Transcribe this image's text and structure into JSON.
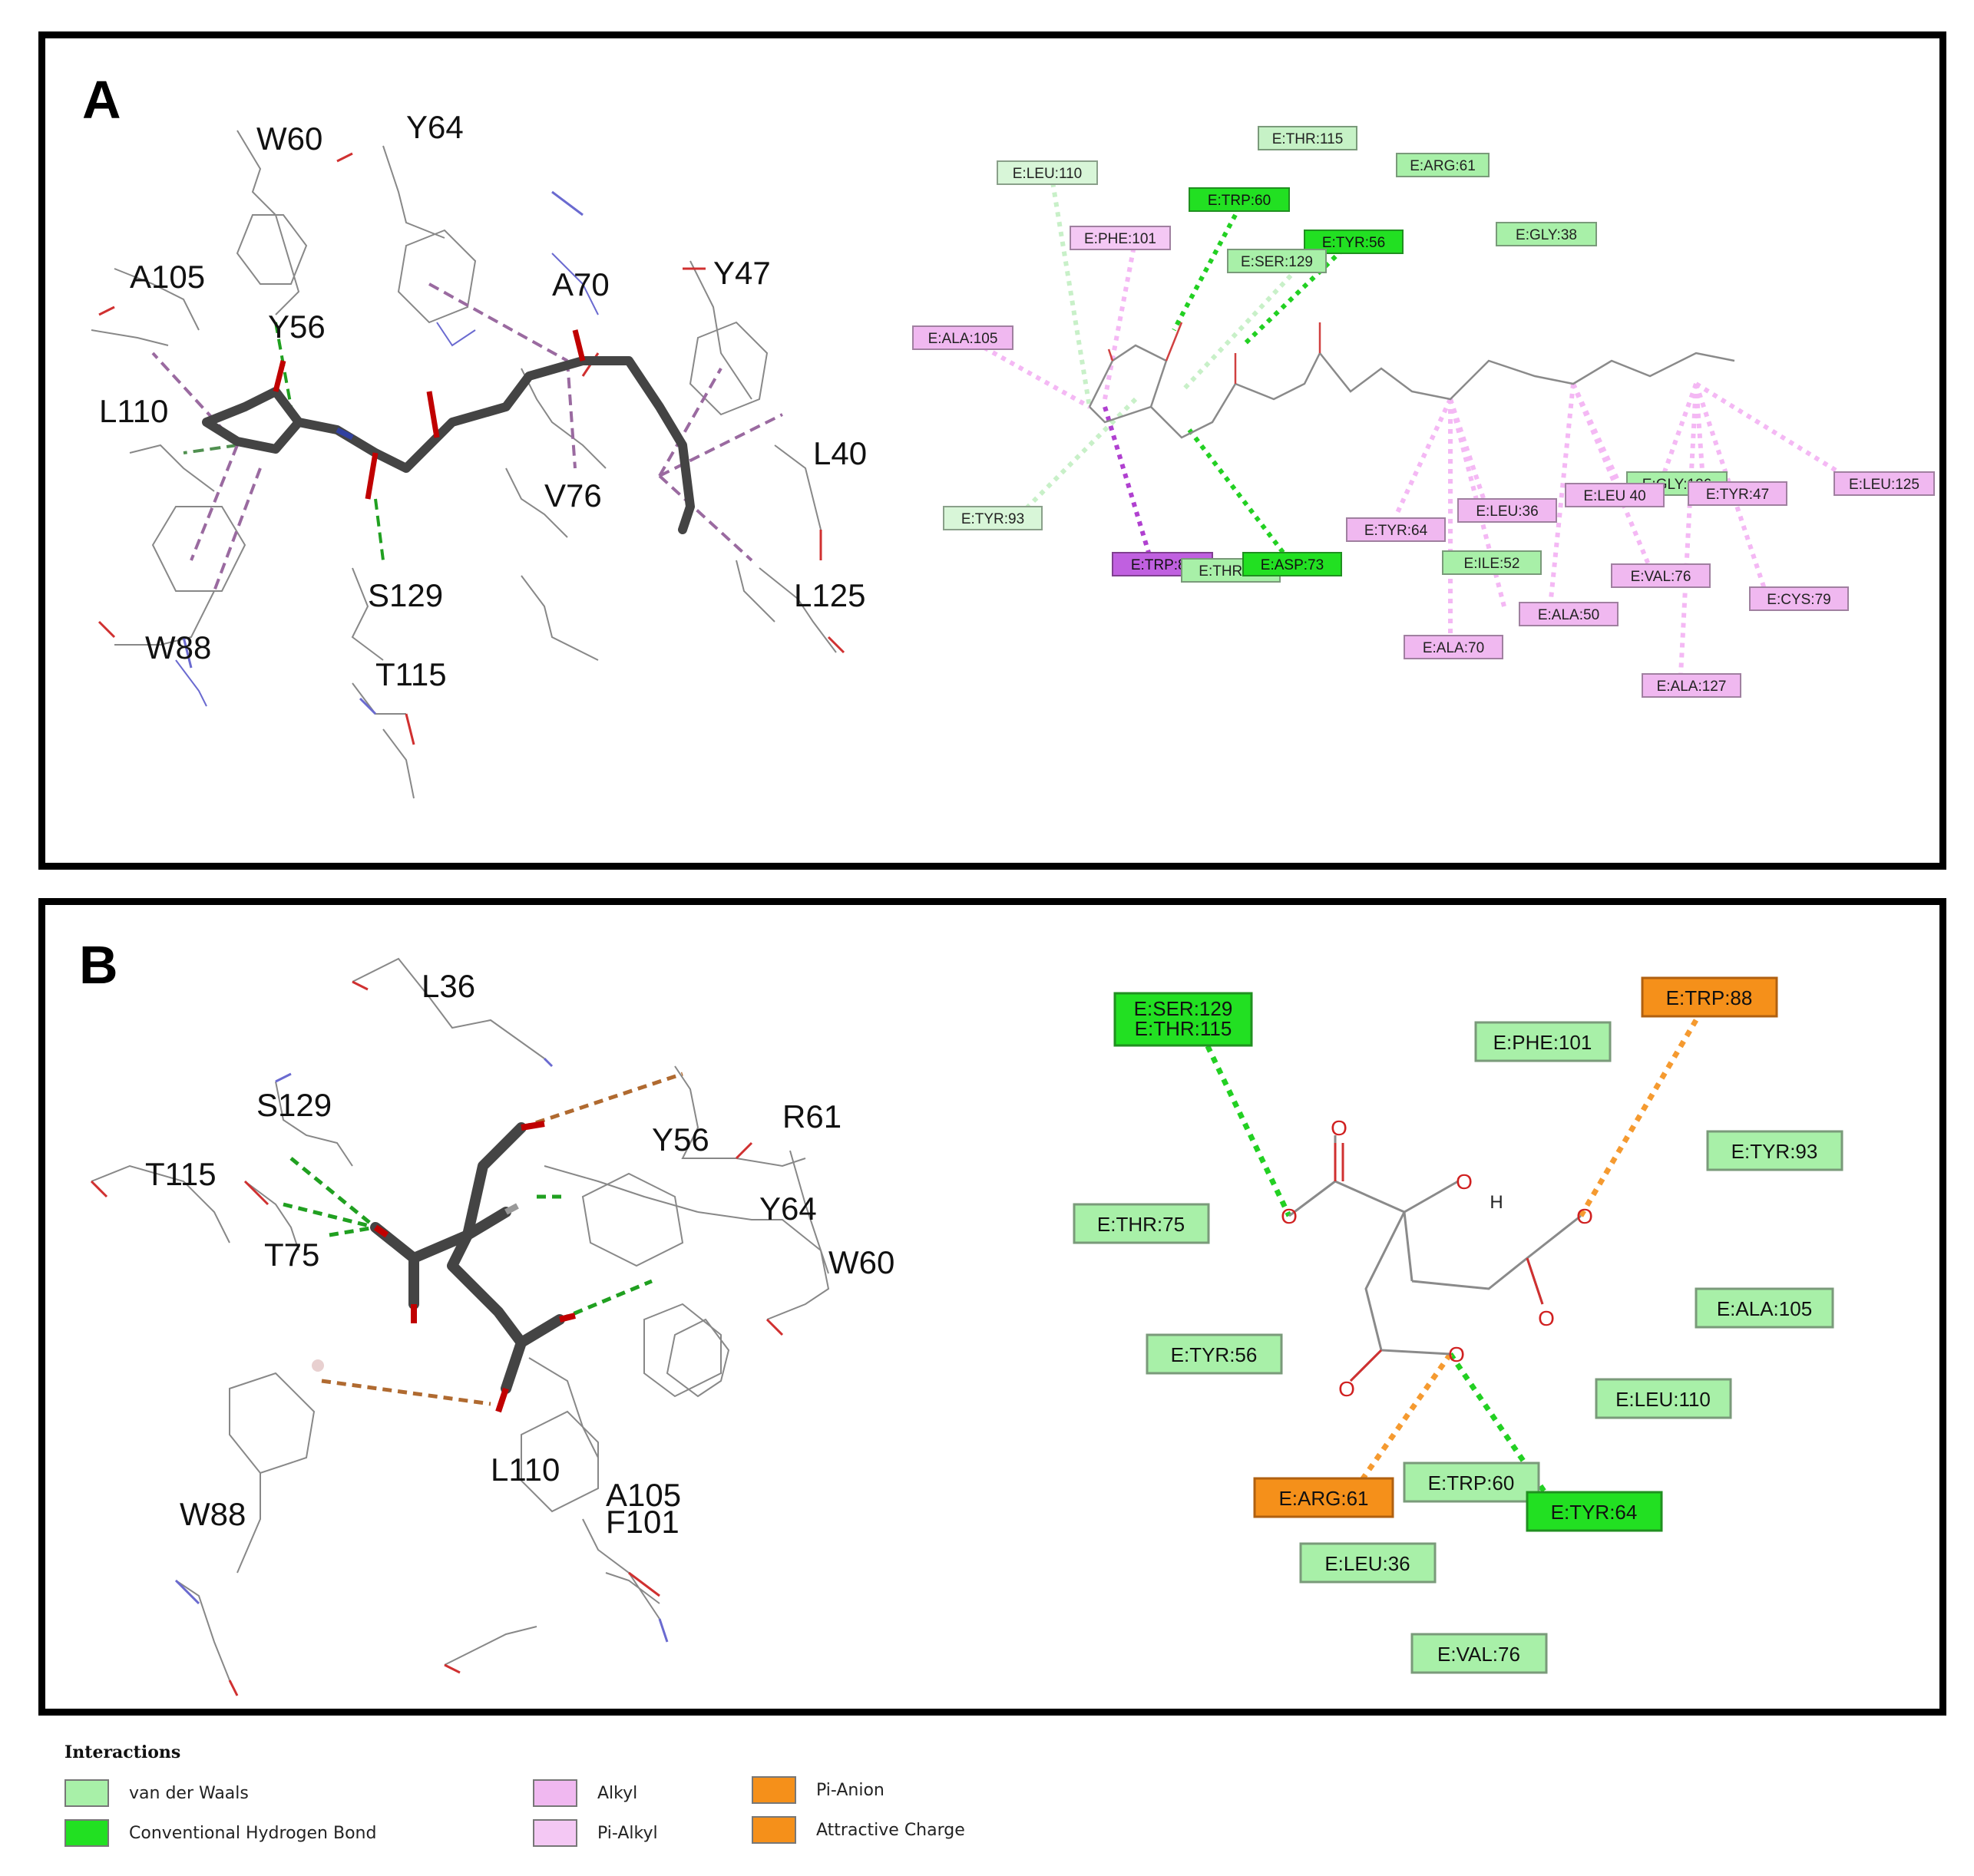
{
  "panels": {
    "a": {
      "label": "A",
      "residues3d": [
        "W60",
        "Y64",
        "A105",
        "Y56",
        "A70",
        "Y47",
        "L110",
        "L40",
        "V76",
        "W88",
        "S129",
        "L125",
        "T115"
      ],
      "residues2d": [
        "E:THR:115",
        "E:LEU:110",
        "E:ARG:61",
        "E:TRP:60",
        "E:PHE:101",
        "E:TYR:56",
        "E:SER:129",
        "E:GLY:38",
        "E:ALA:105",
        "E:LEU:125",
        "E:GLY:126",
        "E:TYR:47",
        "E:LEU 40",
        "E:TYR:93",
        "E:TYR:64",
        "E:LEU:36",
        "E:TRP:88",
        "E:THR:75",
        "E:ASP:73",
        "E:ILE:52",
        "E:VAL:76",
        "E:CYS:79",
        "E:ALA:50",
        "E:ALA:70",
        "E:ALA:127"
      ]
    },
    "b": {
      "label": "B",
      "residues3d": [
        "L36",
        "S129",
        "R61",
        "Y56",
        "T115",
        "Y64",
        "T75",
        "W60",
        "L110",
        "A105",
        "F101",
        "W88"
      ],
      "residues2d": [
        "E:SER:129",
        "E:THR:115",
        "E:TRP:88",
        "E:PHE:101",
        "E:TYR:93",
        "E:THR:75",
        "E:ALA:105",
        "E:TYR:56",
        "E:LEU:110",
        "E:TRP:60",
        "E:ARG:61",
        "E:TYR:64",
        "E:LEU:36",
        "E:VAL:76"
      ],
      "atoms": [
        "O",
        "O",
        "O",
        "O",
        "H",
        "O",
        "O",
        "O"
      ]
    }
  },
  "legend": {
    "title": "Interactions",
    "items": [
      "van der Waals",
      "Conventional Hydrogen Bond",
      "Alkyl",
      "Pi-Alkyl",
      "Pi-Anion",
      "Attractive Charge"
    ]
  },
  "colors": {
    "van_der_waals": "#a8f0a8",
    "hydrogen_bond": "#22e022",
    "alkyl": "#f0b8f0",
    "pi_alkyl": "#f4c8f4",
    "pi_anion": "#f5901a",
    "attractive_charge": "#f5901a",
    "trp88_a": "#c060e0"
  }
}
